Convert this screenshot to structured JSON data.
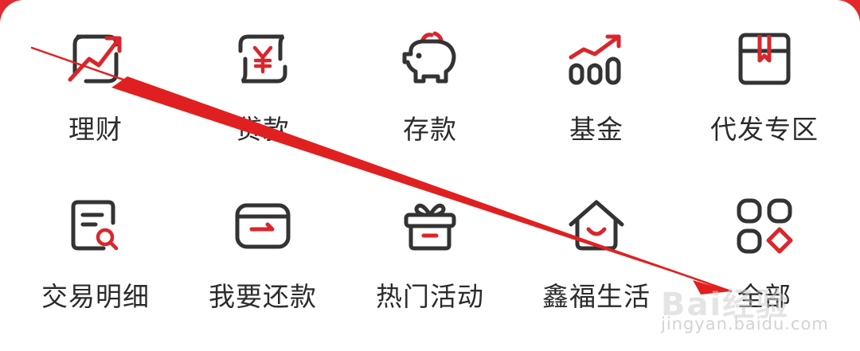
{
  "colors": {
    "accent": "#d9262c",
    "icon_stroke": "#333333",
    "header_red": "#e3292b"
  },
  "menu": {
    "row1": [
      {
        "label": "理财",
        "icon": "finance-chart-icon"
      },
      {
        "label": "贷款",
        "icon": "loan-yuan-icon"
      },
      {
        "label": "存款",
        "icon": "piggy-bank-icon"
      },
      {
        "label": "基金",
        "icon": "fund-growth-icon"
      },
      {
        "label": "代发专区",
        "icon": "payroll-box-icon"
      }
    ],
    "row2": [
      {
        "label": "交易明细",
        "icon": "transaction-search-icon"
      },
      {
        "label": "我要还款",
        "icon": "repayment-card-icon"
      },
      {
        "label": "热门活动",
        "icon": "gift-box-icon"
      },
      {
        "label": "鑫福生活",
        "icon": "house-smile-icon"
      },
      {
        "label": "全部",
        "icon": "all-apps-icon"
      }
    ]
  },
  "watermark": {
    "logo": "Bai经验",
    "url": "jingyan.baidu.com"
  }
}
